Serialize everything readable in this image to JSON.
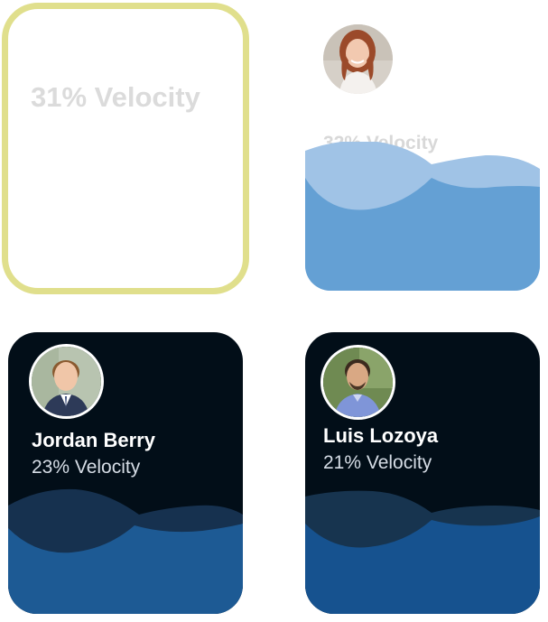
{
  "cards": [
    {
      "name": "",
      "velocity": "31% Velocity",
      "style": "outline",
      "accent": "#e0df8c"
    },
    {
      "name": "",
      "velocity": "32% Velocity",
      "style": "light",
      "wave_colors": [
        "#a0c3e6",
        "#64a0d4"
      ]
    },
    {
      "name": "Jordan Berry",
      "velocity": "23% Velocity",
      "style": "dark",
      "wave_colors": [
        "#16314f",
        "#1d5a94"
      ]
    },
    {
      "name": "Luis Lozoya",
      "velocity": "21% Velocity",
      "style": "dark",
      "wave_colors": [
        "#17344f",
        "#16528f"
      ]
    }
  ],
  "colors": {
    "dark_card_bg": "#020e18",
    "outline_card_border": "#e0df8c"
  }
}
